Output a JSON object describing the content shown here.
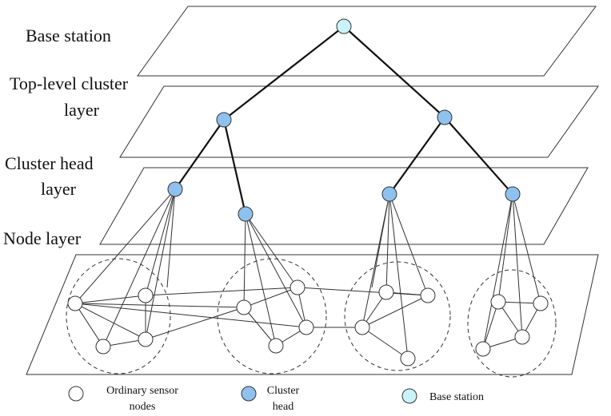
{
  "labels": {
    "base_station": "Base station",
    "top_level_line1": "Top-level cluster",
    "top_level_line2": "layer",
    "cluster_head_line1": "Cluster head",
    "cluster_head_line2": "layer",
    "node_layer": "Node layer"
  },
  "legend": {
    "ordinary_line1": "Ordinary sensor",
    "ordinary_line2": "nodes",
    "cluster_line1": "Cluster",
    "cluster_line2": "head",
    "base": "Base station"
  },
  "colors": {
    "ordinary_fill": "#ffffff",
    "cluster_head_fill": "#8fc1ef",
    "base_station_fill": "#c9f3f7",
    "stroke": "#333333"
  }
}
